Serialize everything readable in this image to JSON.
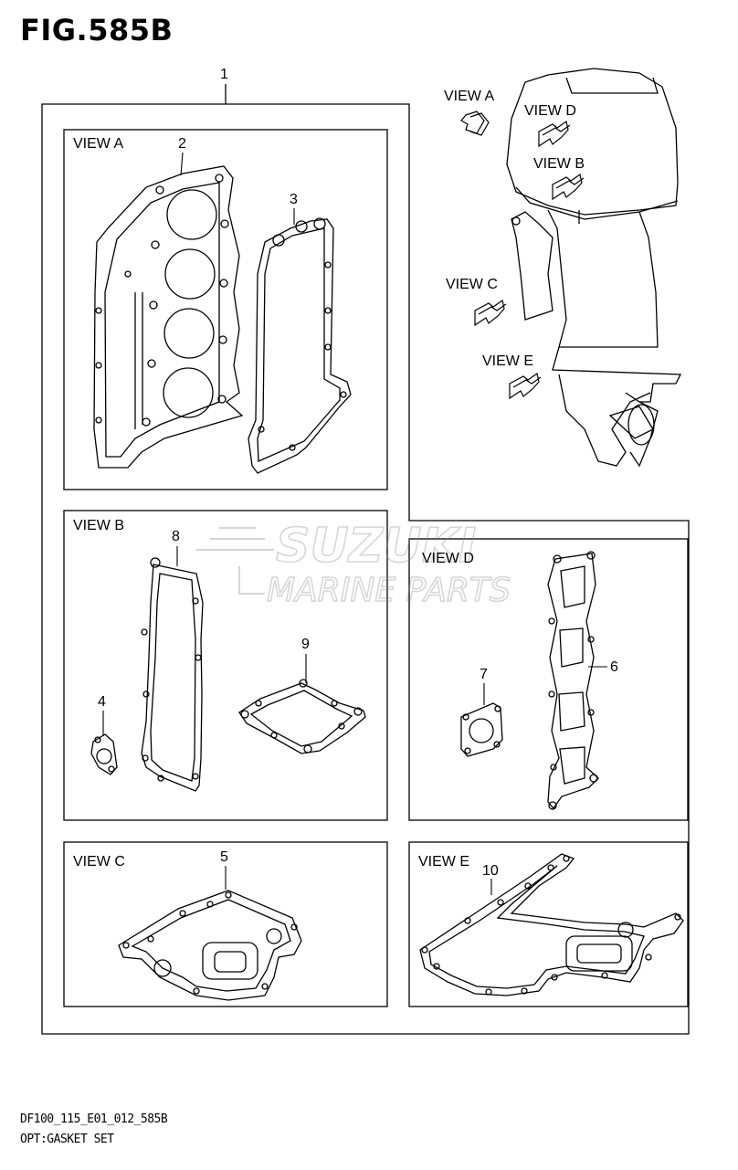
{
  "figure": {
    "title": "FIG.585B"
  },
  "callouts": {
    "set": "1",
    "p2": "2",
    "p3": "3",
    "p4": "4",
    "p5": "5",
    "p6": "6",
    "p7": "7",
    "p8": "8",
    "p9": "9",
    "p10": "10"
  },
  "boxes": {
    "view_a": "VIEW A",
    "view_b": "VIEW B",
    "view_c": "VIEW C",
    "view_d": "VIEW D",
    "view_e": "VIEW E"
  },
  "engine_views": {
    "a": "VIEW A",
    "b": "VIEW B",
    "c": "VIEW C",
    "d": "VIEW D",
    "e": "VIEW E"
  },
  "watermark": {
    "line1": "SUZUKI",
    "line2": "MARINE PARTS"
  },
  "footer": {
    "code": "DF100_115_E01_012_585B",
    "caption": "OPT:GASKET SET"
  }
}
